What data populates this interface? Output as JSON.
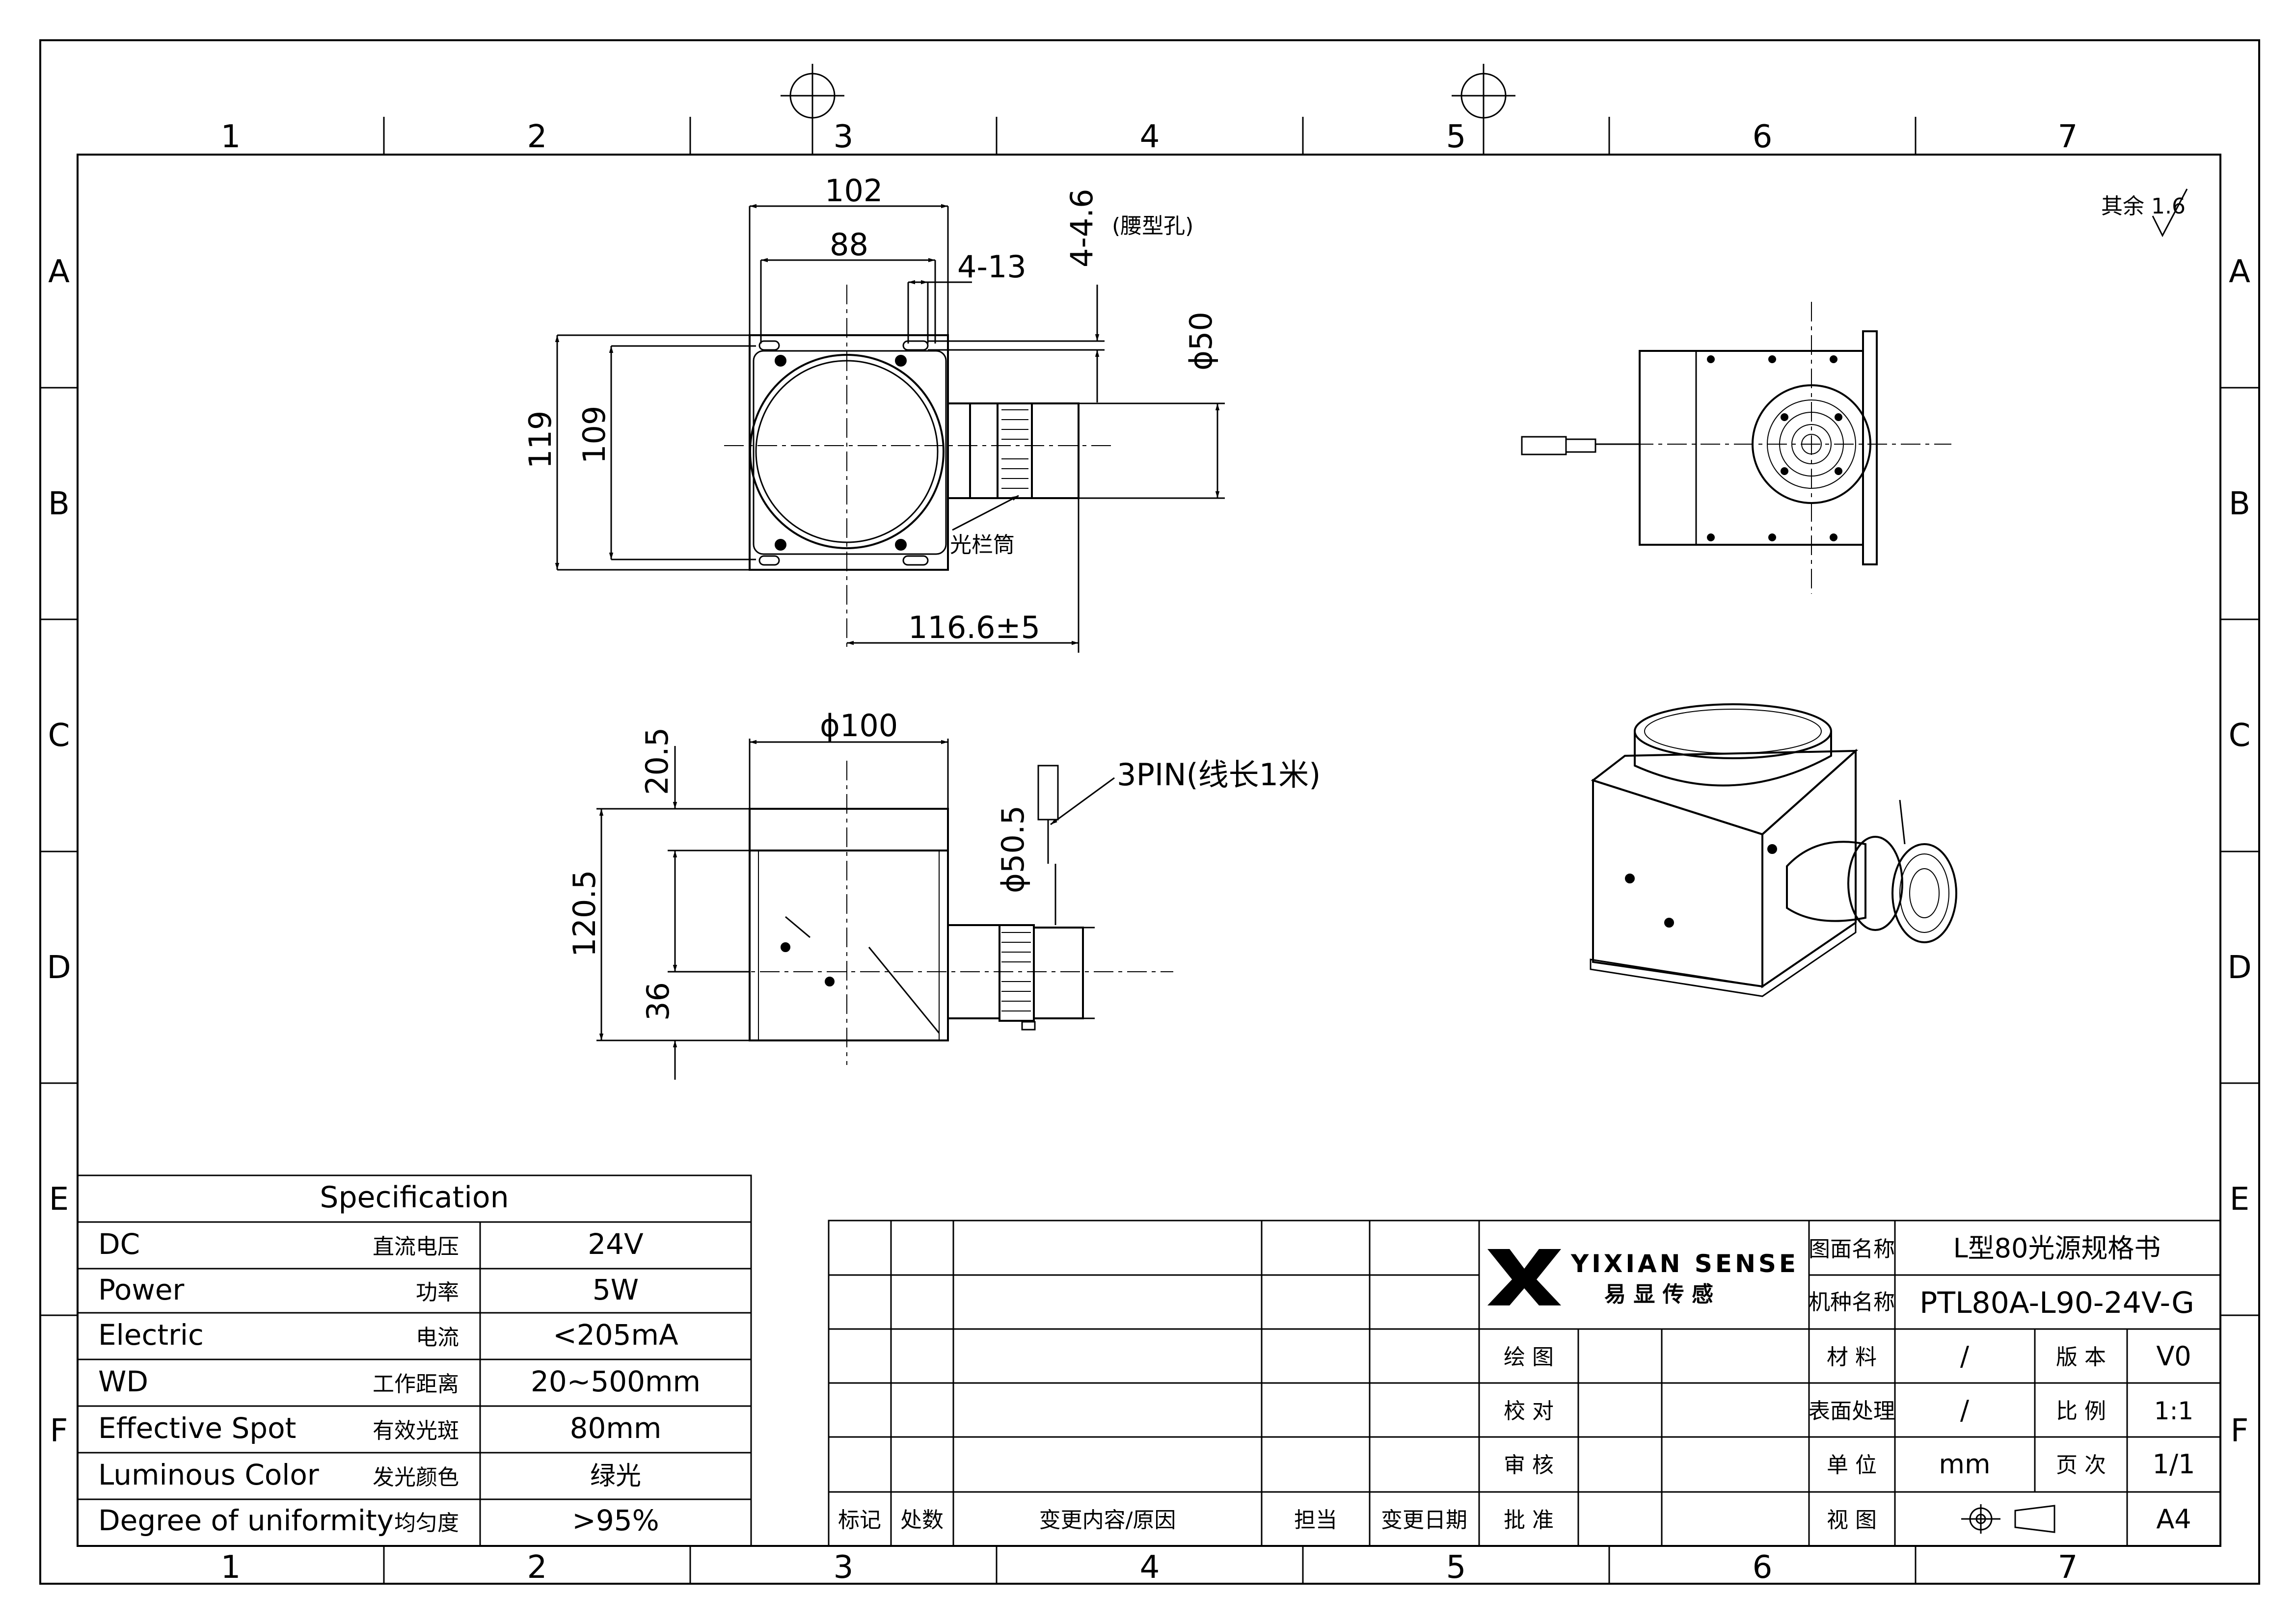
{
  "frame": {
    "columns": [
      "1",
      "2",
      "3",
      "4",
      "5",
      "6",
      "7"
    ],
    "rows": [
      "A",
      "B",
      "C",
      "D",
      "E",
      "F"
    ],
    "roughness": "其余 1.6"
  },
  "dimensions": {
    "top_view": {
      "width_outer": "102",
      "width_inner": "88",
      "slot_holes": "4-13",
      "waist_hole": "4-4.6",
      "waist_hole_note": "(腰型孔)",
      "height_outer": "119",
      "height_inner": "109",
      "tube_diameter": "ϕ50",
      "tube_label": "光栏筒",
      "tube_length": "116.6±5"
    },
    "front_view": {
      "diameter": "ϕ100",
      "top_height": "20.5",
      "total_height": "120.5",
      "axis_height": "36",
      "tube_diameter": "ϕ50.5",
      "connector": "3PIN(线长1米)"
    }
  },
  "spec": {
    "title": "Specification",
    "rows": [
      {
        "en": "DC",
        "cn": "直流电压",
        "value": "24V"
      },
      {
        "en": "Power",
        "cn": "功率",
        "value": "5W"
      },
      {
        "en": "Electric",
        "cn": "电流",
        "value": "<205mA"
      },
      {
        "en": "WD",
        "cn": "工作距离",
        "value": "20~500mm"
      },
      {
        "en": "Effective Spot",
        "cn": "有效光斑",
        "value": "80mm"
      },
      {
        "en": "Luminous Color",
        "cn": "发光颜色",
        "value": "绿光"
      },
      {
        "en": "Degree of uniformity",
        "cn": "均匀度",
        "value": ">95%"
      }
    ]
  },
  "revision_headers": [
    "标记",
    "处数",
    "变更内容/原因",
    "担当",
    "变更日期"
  ],
  "title_block": {
    "logo_en": "YIXIAN SENSE",
    "logo_cn": "易 显 传 感",
    "drawing_name_label": "图面名称",
    "drawing_name": "L型80光源规格书",
    "model_label": "机种名称",
    "model": "PTL80A-L90-24V-G",
    "sign_labels": [
      "绘 图",
      "校 对",
      "审 核",
      "批 准"
    ],
    "material_label": "材 料",
    "material": "/",
    "version_label": "版 本",
    "version": "V0",
    "surface_label": "表面处理",
    "surface": "/",
    "scale_label": "比 例",
    "scale": "1:1",
    "unit_label": "单 位",
    "unit": "mm",
    "page_label": "页 次",
    "page": "1/1",
    "view_label": "视 图",
    "paper": "A4"
  }
}
